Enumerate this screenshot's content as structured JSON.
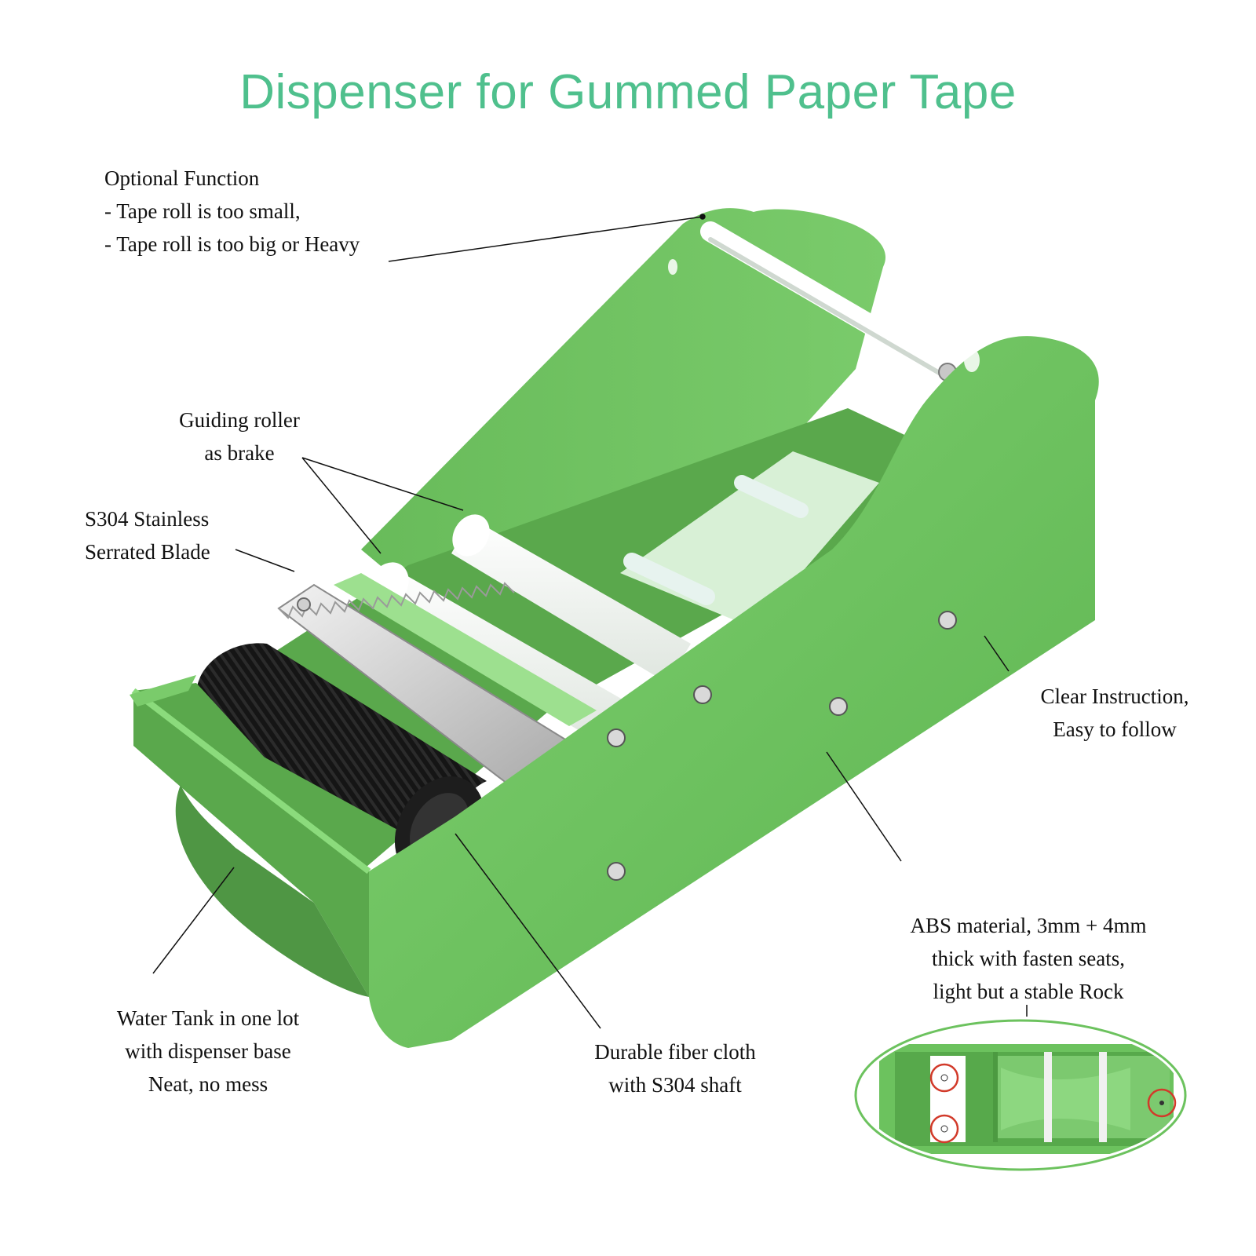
{
  "title": "Dispenser for Gummed Paper Tape",
  "colors": {
    "title": "#4fc08d",
    "body_green": "#6cc25e",
    "body_green_dark": "#58a94b",
    "body_green_light": "#85d577",
    "callout_circle": "#d23a2a"
  },
  "labels": {
    "optional": {
      "line1": "Optional Function",
      "line2": "- Tape roll is too small,",
      "line3": "- Tape roll is too big or Heavy"
    },
    "guiding": {
      "line1": "Guiding roller",
      "line2": "as brake"
    },
    "blade": {
      "line1": "S304 Stainless",
      "line2": "Serrated Blade"
    },
    "instruction": {
      "line1": "Clear Instruction,",
      "line2": "Easy to follow"
    },
    "abs": {
      "line1": "ABS material, 3mm + 4mm",
      "line2": "thick with fasten seats,",
      "line3": "light but a stable Rock"
    },
    "water": {
      "line1": "Water Tank in one lot",
      "line2": "with dispenser base",
      "line3": "Neat, no mess"
    },
    "fiber": {
      "line1": "Durable fiber cloth",
      "line2": "with S304 shaft"
    }
  }
}
